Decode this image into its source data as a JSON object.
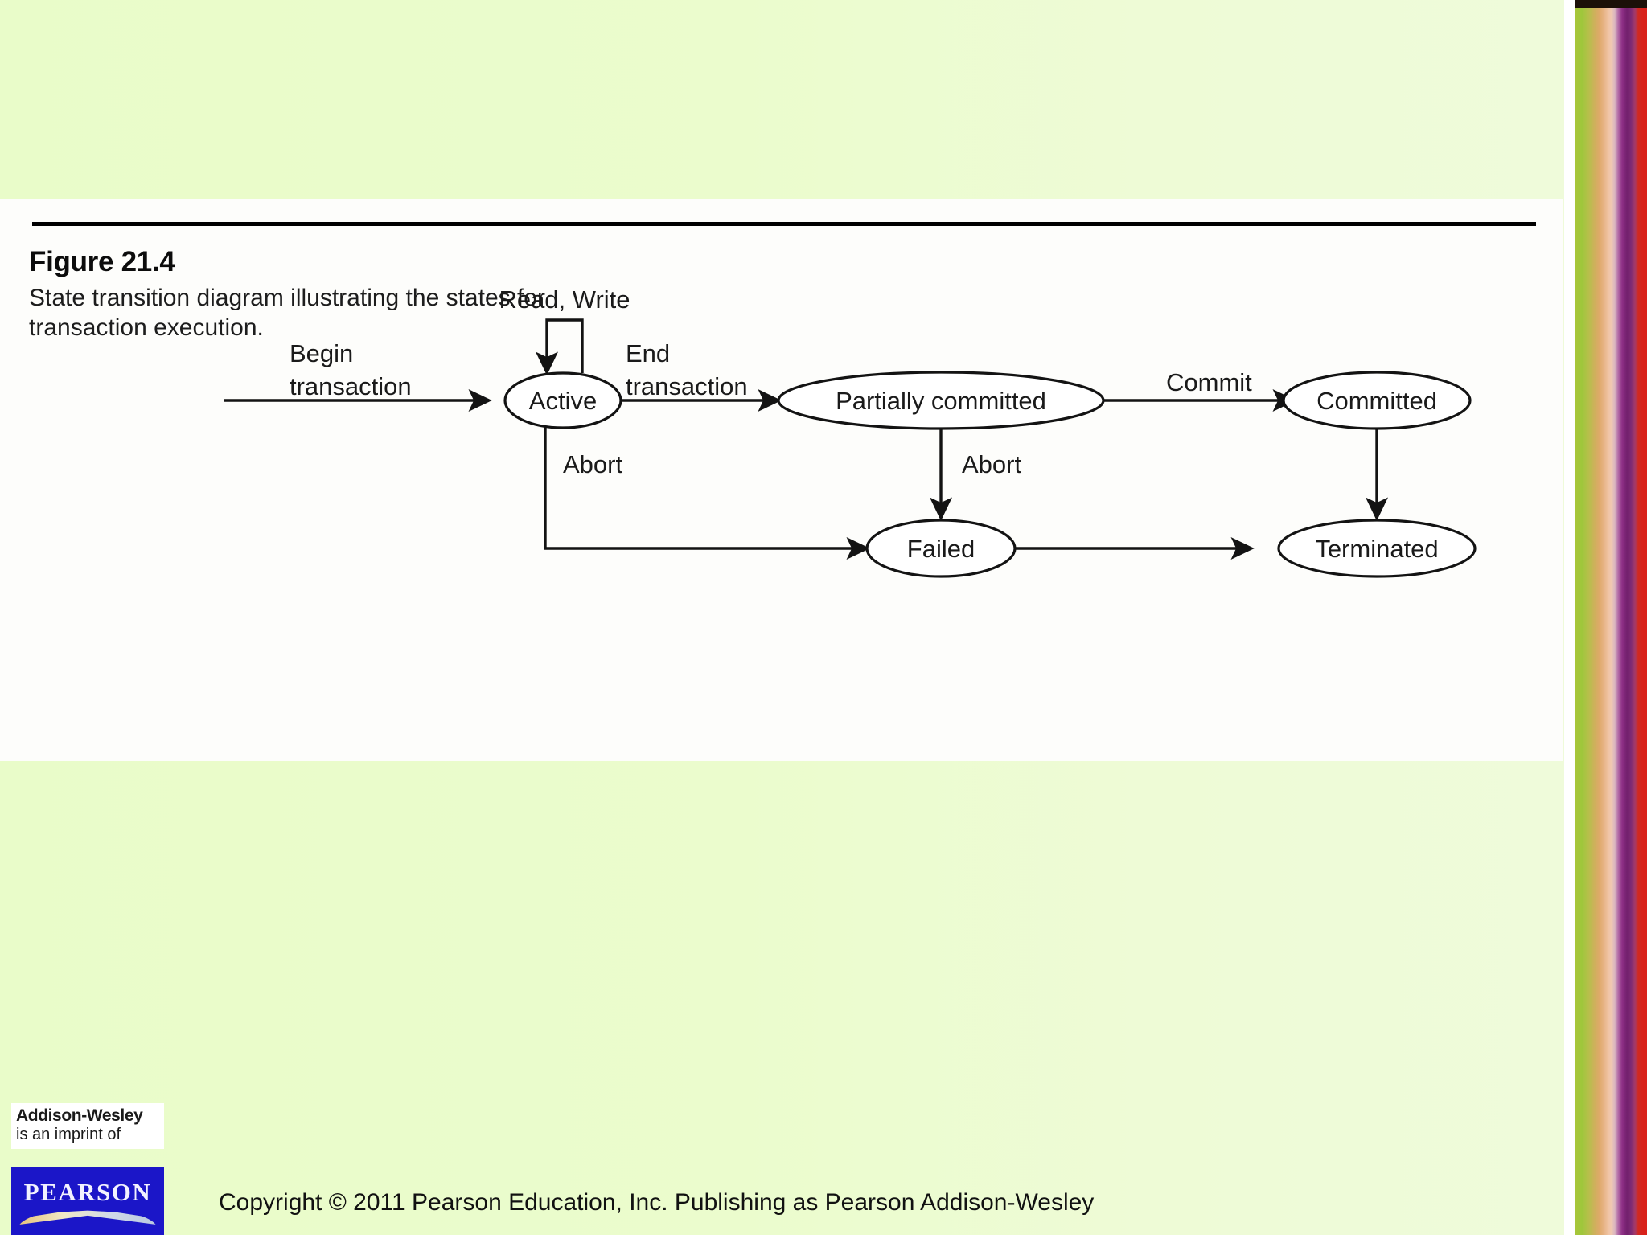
{
  "slide": {
    "background_color": "#eafbcb",
    "panel_color": "#fdfdfb"
  },
  "figure": {
    "title": "Figure 21.4",
    "caption_line1": "State transition diagram illustrating the states for",
    "caption_line2": "transaction execution."
  },
  "diagram": {
    "type": "state-transition-diagram",
    "nodes": [
      {
        "id": "active",
        "label": "Active"
      },
      {
        "id": "partially",
        "label": "Partially committed"
      },
      {
        "id": "committed",
        "label": "Committed"
      },
      {
        "id": "failed",
        "label": "Failed"
      },
      {
        "id": "terminated",
        "label": "Terminated"
      }
    ],
    "edges": [
      {
        "from": "start",
        "to": "active",
        "label": "Begin transaction",
        "label_line1": "Begin",
        "label_line2": "transaction"
      },
      {
        "from": "active",
        "to": "active",
        "label": "Read, Write"
      },
      {
        "from": "active",
        "to": "partially",
        "label": "End transaction",
        "label_line1": "End",
        "label_line2": "transaction"
      },
      {
        "from": "partially",
        "to": "committed",
        "label": "Commit"
      },
      {
        "from": "active",
        "to": "failed",
        "label": "Abort"
      },
      {
        "from": "partially",
        "to": "failed",
        "label": "Abort"
      },
      {
        "from": "failed",
        "to": "terminated",
        "label": ""
      },
      {
        "from": "committed",
        "to": "terminated",
        "label": ""
      }
    ]
  },
  "footer": {
    "imprint_brand": "Addison-Wesley",
    "imprint_sub": "is an imprint of",
    "publisher_logo_text": "PEARSON",
    "copyright": "Copyright © 2011 Pearson Education, Inc. Publishing as Pearson Addison-Wesley"
  }
}
